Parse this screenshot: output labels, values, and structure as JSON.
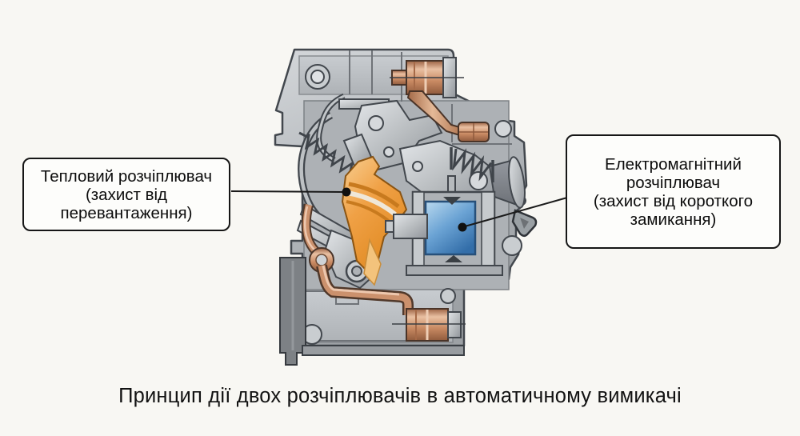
{
  "callouts": {
    "thermal": {
      "lines": [
        "Тепловий розчіплювач",
        "(захист від",
        "перевантаження)"
      ]
    },
    "electromagnetic": {
      "lines": [
        "Електромагнітний",
        "розчіплювач",
        "(захист від короткого",
        "замикання)"
      ]
    }
  },
  "caption": "Принцип дії двох розчіплювачів в автоматичному вимикачі",
  "figure": {
    "name": "circuit-breaker-cross-section",
    "parts": [
      {
        "name": "thermal-release-bimetal",
        "color": "#f0a146"
      },
      {
        "name": "electromagnetic-coil-core",
        "color": "#5d9ace"
      },
      {
        "name": "copper-conductors",
        "color": "#cd9070"
      },
      {
        "name": "housing",
        "color": "#b4b8bb"
      },
      {
        "name": "toggle-lever",
        "color": "#9aa0a4"
      },
      {
        "name": "callout-line",
        "color": "#1a1a1a"
      }
    ]
  },
  "colors": {
    "background": "#f8f7f3",
    "label_border": "#161616",
    "label_background": "#fdfdfb",
    "outline": "#42474d"
  }
}
